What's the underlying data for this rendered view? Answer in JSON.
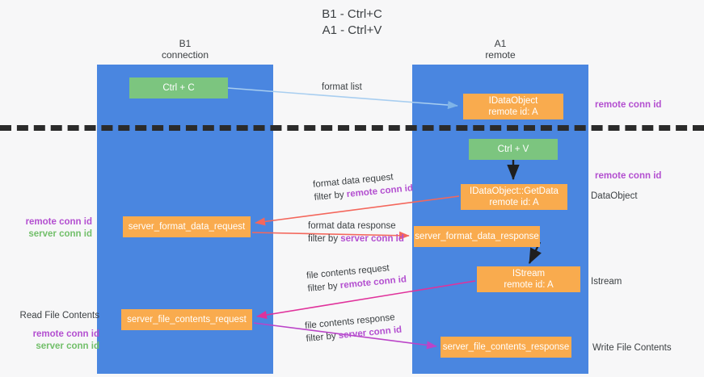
{
  "title": {
    "line1": "B1 - Ctrl+C",
    "line2": "A1 - Ctrl+V"
  },
  "columns": {
    "left": {
      "name": "B1",
      "role": "connection"
    },
    "right": {
      "name": "A1",
      "role": "remote"
    }
  },
  "nodes": {
    "ctrl_c": {
      "label": "Ctrl + C",
      "color": "#7cc57f"
    },
    "idataobject": {
      "line1": "IDataObject",
      "line2": "remote id: A",
      "color": "#f9ab4e"
    },
    "ctrl_v": {
      "label": "Ctrl + V",
      "color": "#7cc57f"
    },
    "getdata": {
      "line1": "IDataObject::GetData",
      "line2": "remote id: A",
      "color": "#f9ab4e"
    },
    "server_format_data_request": {
      "label": "server_format_data_request",
      "color": "#f9ab4e"
    },
    "server_format_data_response": {
      "label": "server_format_data_response",
      "color": "#f9ab4e"
    },
    "istream": {
      "line1": "IStream",
      "line2": "remote id: A",
      "color": "#f9ab4e"
    },
    "server_file_contents_request": {
      "label": "server_file_contents_request",
      "color": "#f9ab4e"
    },
    "server_file_contents_response": {
      "label": "server_file_contents_response",
      "color": "#f9ab4e"
    }
  },
  "edges": {
    "format_list": {
      "label": "format list",
      "color": "#a8cef0"
    },
    "format_data_request": {
      "line1": "format data request",
      "filter_prefix": "filter by ",
      "filter_key": "remote conn id",
      "color": "#f4675c"
    },
    "format_data_response": {
      "line1": "format data response",
      "filter_prefix": "filter by ",
      "filter_key": "server conn id",
      "color": "#f4675c"
    },
    "file_contents_request": {
      "line1": "file contents request",
      "filter_prefix": "filter by ",
      "filter_key": "remote conn id",
      "color": "#e0329b"
    },
    "file_contents_response": {
      "line1": "file contents response",
      "filter_prefix": "filter by ",
      "filter_key": "server conn id",
      "color": "#bb44c8"
    }
  },
  "annotations": {
    "remote_conn_id_top": "remote conn id",
    "remote_conn_id_mid": "remote conn id",
    "dataobject": "DataObject",
    "istream": "Istream",
    "write_file_contents": "Write File Contents",
    "read_file_contents": "Read File Contents",
    "legend_remote": "remote conn id",
    "legend_server": "server conn id"
  },
  "colors": {
    "lane": "#4a86e0",
    "green_node": "#7cc57f",
    "orange_node": "#f9ab4e",
    "purple_text": "#b34fd0",
    "green_text": "#72bf6a",
    "divider": "#2b2b2b",
    "background": "#f7f7f8"
  }
}
